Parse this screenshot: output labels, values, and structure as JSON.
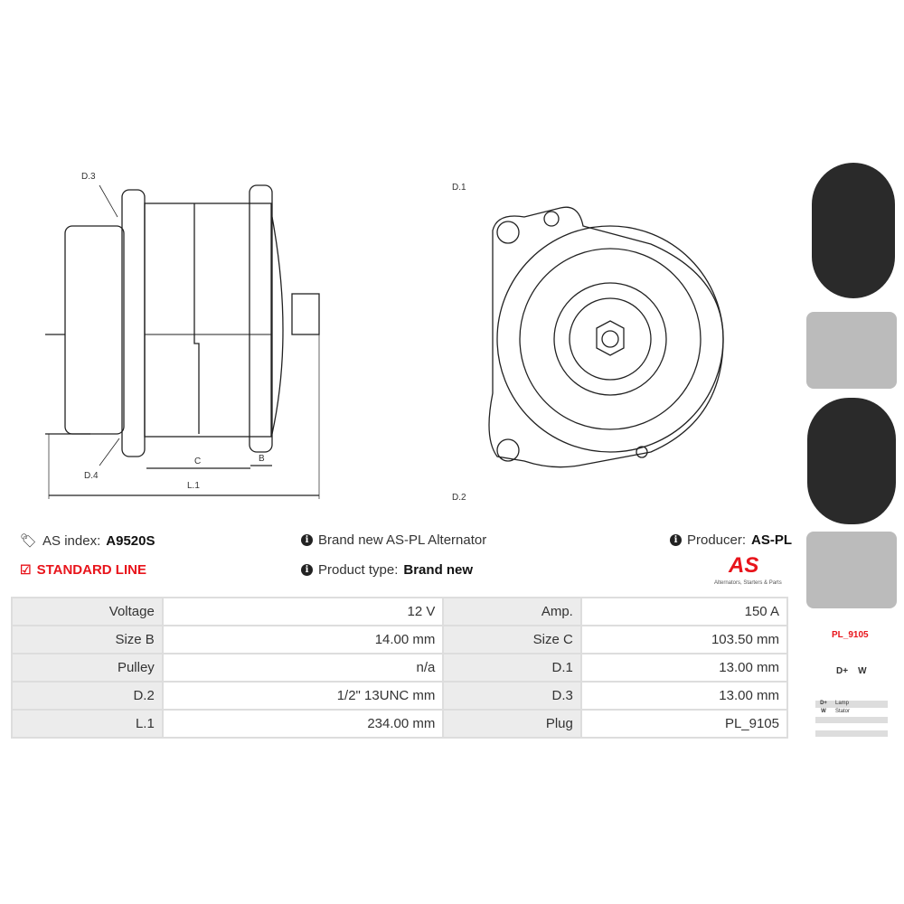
{
  "drawing": {
    "labels": {
      "d1": "D.1",
      "d2": "D.2",
      "d3": "D.3",
      "d4": "D.4",
      "b": "B",
      "c": "C",
      "l1": "L.1"
    }
  },
  "info": {
    "as_index_label": "AS index:",
    "as_index_value": "A9520S",
    "line": "STANDARD LINE",
    "brand": "Brand new AS-PL Alternator",
    "product_type_label": "Product type:",
    "product_type_value": "Brand new",
    "producer_label": "Producer:",
    "producer_value": "AS-PL",
    "logo_text": "AS",
    "logo_tagline": "Alternators, Starters & Parts"
  },
  "specs": [
    {
      "k1": "Voltage",
      "v1": "12 V",
      "k2": "Amp.",
      "v2": "150 A"
    },
    {
      "k1": "Size B",
      "v1": "14.00 mm",
      "k2": "Size C",
      "v2": "103.50 mm"
    },
    {
      "k1": "Pulley",
      "v1": "n/a",
      "k2": "D.1",
      "v2": "13.00 mm"
    },
    {
      "k1": "D.2",
      "v1": "1/2\" 13UNC mm",
      "k2": "D.3",
      "v2": "13.00 mm"
    },
    {
      "k1": "L.1",
      "v1": "234.00 mm",
      "k2": "Plug",
      "v2": "PL_9105"
    }
  ],
  "plug": {
    "name": "PL_9105",
    "pins": "D+    W",
    "legend": [
      {
        "pin": "D+",
        "desc": "Lamp"
      },
      {
        "pin": "W",
        "desc": "Stator"
      }
    ]
  },
  "colors": {
    "accent": "#e8141b"
  }
}
